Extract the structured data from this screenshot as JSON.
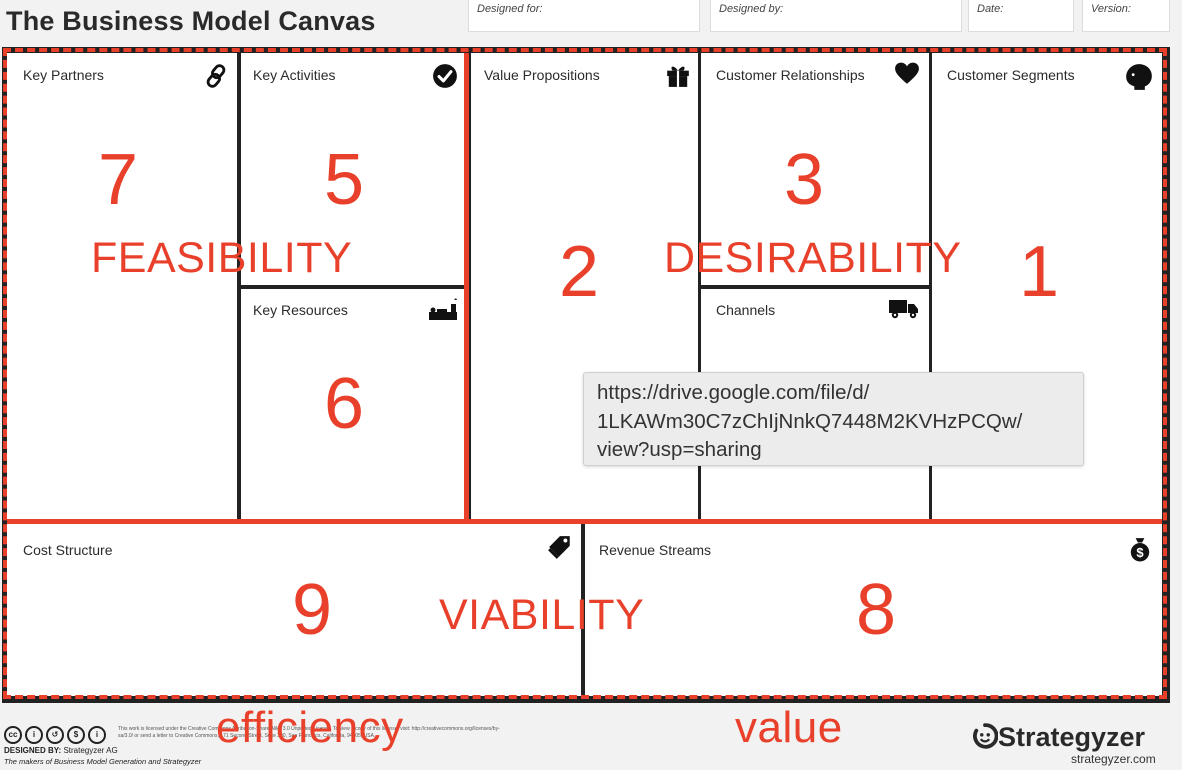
{
  "header": {
    "title": "The Business Model Canvas",
    "designed_for": "Designed for:",
    "designed_by": "Designed by:",
    "date": "Date:",
    "version": "Version:"
  },
  "blocks": {
    "key_partners": {
      "label": "Key Partners",
      "number": "7",
      "icon": "link-icon"
    },
    "key_activities": {
      "label": "Key Activities",
      "number": "5",
      "icon": "check-circle-icon"
    },
    "key_resources": {
      "label": "Key Resources",
      "number": "6",
      "icon": "factory-icon"
    },
    "value_propositions": {
      "label": "Value Propositions",
      "number": "2",
      "icon": "gift-icon"
    },
    "customer_relationships": {
      "label": "Customer Relationships",
      "number": "3",
      "icon": "heart-icon"
    },
    "channels": {
      "label": "Channels",
      "icon": "truck-icon"
    },
    "customer_segments": {
      "label": "Customer Segments",
      "number": "1",
      "icon": "head-icon"
    },
    "cost_structure": {
      "label": "Cost Structure",
      "number": "9",
      "icon": "price-tag-icon"
    },
    "revenue_streams": {
      "label": "Revenue Streams",
      "number": "8",
      "icon": "money-bag-icon"
    }
  },
  "annotations": {
    "feasibility": "FEASIBILITY",
    "desirability": "DESIRABILITY",
    "viability": "VIABILITY",
    "efficiency": "efficiency",
    "value": "value",
    "accent_color": "#e8402a"
  },
  "tooltip": {
    "line1": "https://drive.google.com/file/d/",
    "line2": "1LKAWm30C7zChIjNnkQ7448M2KVHzPCQw/",
    "line3": "view?usp=sharing"
  },
  "footer": {
    "license_text": "This work is licensed under the Creative Commons Attribution-Share Alike 3.0 Unported License. To view a copy of this license, visit: http://creativecommons.org/licenses/by-sa/3.0/ or send a letter to Creative Commons, 171 Second Street, Suite 300, San Francisco, California, 94105, USA.",
    "designed_by_label": "DESIGNED BY:",
    "designed_by_value": "Strategyzer AG",
    "makers": "The makers of Business Model Generation and Strategyzer",
    "brand": "Strategyzer",
    "brand_url": "strategyzer.com"
  }
}
